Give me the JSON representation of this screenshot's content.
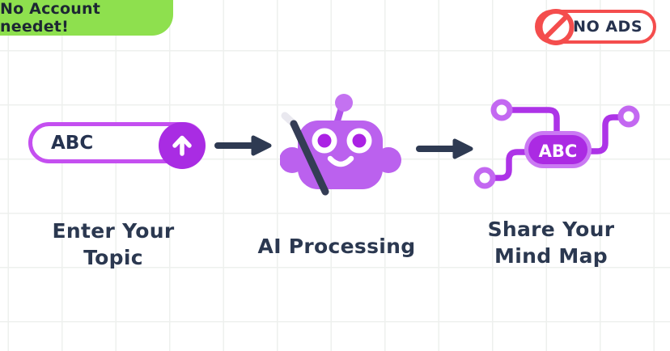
{
  "badges": {
    "no_account": {
      "label": "No Account needet!",
      "bg_color": "#8ee04e"
    },
    "no_ads": {
      "label": "NO ADS",
      "border_color": "#f44d4d"
    }
  },
  "steps": {
    "step1": {
      "caption_line1": "Enter Your",
      "caption_line2": "Topic",
      "input_value": "ABC"
    },
    "step2": {
      "caption_line1": "AI Processing"
    },
    "step3": {
      "caption_line1": "Share Your",
      "caption_line2": "Mind Map",
      "node_value": "ABC"
    }
  },
  "icons": {
    "no_entry": "no-entry-icon",
    "submit": "up-arrow-icon",
    "flow": "right-arrow-icon",
    "robot": "robot-icon",
    "wand": "magic-wand-icon",
    "mind_map": "mind-map-icon"
  },
  "colors": {
    "accent_purple": "#ab2be3",
    "light_purple": "#bb61ee",
    "pill_border_purple": "#c44ff0",
    "badge_green": "#8ee04e",
    "alert_red": "#f44d4d",
    "text_dark_navy": "#2b3850",
    "arrow_navy": "#2e3a52"
  }
}
